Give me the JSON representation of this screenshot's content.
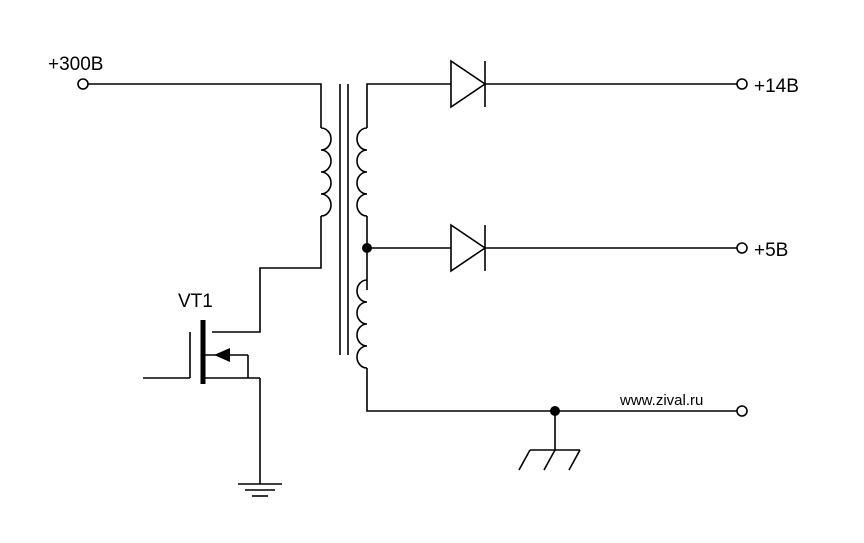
{
  "labels": {
    "input_voltage": "+300В",
    "output_14v": "+14В",
    "output_5v": "+5В",
    "transistor": "VT1",
    "website": "www.zival.ru"
  },
  "colors": {
    "line": "#000000",
    "background": "#ffffff"
  }
}
